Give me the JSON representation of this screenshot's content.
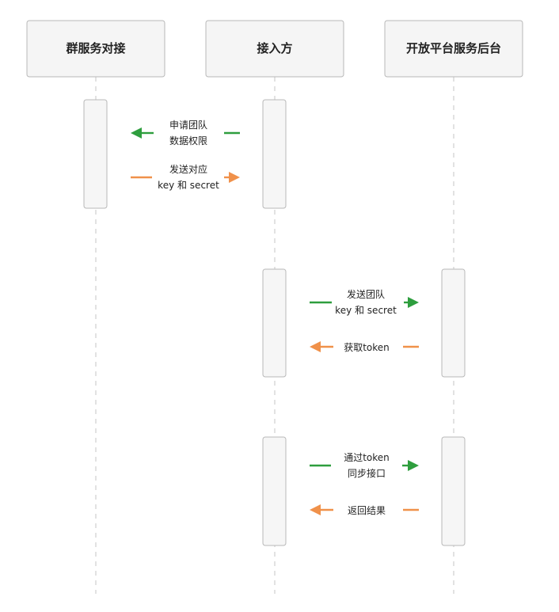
{
  "colors": {
    "request": "#2e9e3e",
    "response": "#f0914a",
    "lifeline": "#cfcfcf",
    "box_border": "#b8b8b8",
    "box_fill": "#f5f5f5",
    "activation_fill": "#f6f6f6"
  },
  "participants": [
    {
      "id": "group",
      "label": "群服务对接"
    },
    {
      "id": "client",
      "label": "接入方"
    },
    {
      "id": "platform",
      "label": "开放平台服务后台"
    }
  ],
  "messages": [
    {
      "id": "m1",
      "from": "client",
      "to": "group",
      "kind": "request",
      "lines": [
        "申请团队",
        "数据权限"
      ]
    },
    {
      "id": "m2",
      "from": "group",
      "to": "client",
      "kind": "response",
      "lines": [
        "发送对应",
        "key 和 secret"
      ]
    },
    {
      "id": "m3",
      "from": "client",
      "to": "platform",
      "kind": "request",
      "lines": [
        "发送团队",
        "key 和 secret"
      ]
    },
    {
      "id": "m4",
      "from": "platform",
      "to": "client",
      "kind": "response",
      "lines": [
        "获取token"
      ]
    },
    {
      "id": "m5",
      "from": "client",
      "to": "platform",
      "kind": "request",
      "lines": [
        "通过token",
        "同步接口"
      ]
    },
    {
      "id": "m6",
      "from": "platform",
      "to": "client",
      "kind": "response",
      "lines": [
        "返回结果"
      ]
    }
  ]
}
